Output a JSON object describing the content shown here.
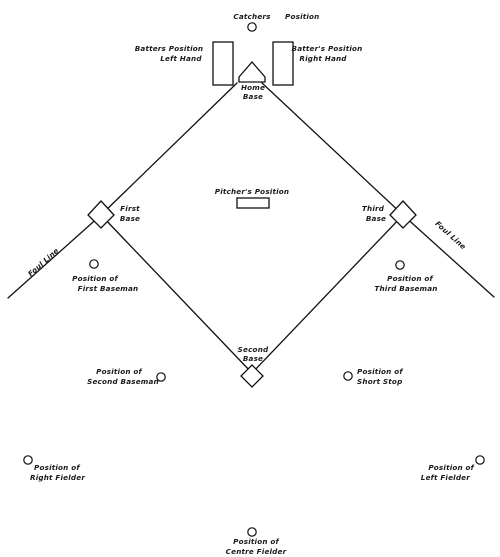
{
  "diagram": {
    "catcher": [
      "Catchers",
      "Position"
    ],
    "batter_left": [
      "Batters Position",
      "Left Hand"
    ],
    "batter_right": [
      "Batter's Position",
      "Right Hand"
    ],
    "home": [
      "Home",
      "Base"
    ],
    "pitcher": "Pitcher's Position",
    "first_base": [
      "First",
      "Base"
    ],
    "third_base": [
      "Third",
      "Base"
    ],
    "second_base": [
      "Second",
      "Base"
    ],
    "foul_line": "Foul Line",
    "first_baseman": [
      "Position of",
      "First Baseman"
    ],
    "third_baseman": [
      "Position of",
      "Third Baseman"
    ],
    "second_baseman": [
      "Position of",
      "Second Baseman"
    ],
    "short_stop": [
      "Position of",
      "Short Stop"
    ],
    "right_fielder": [
      "Position of",
      "Right Fielder"
    ],
    "left_fielder": [
      "Position of",
      "Left Fielder"
    ],
    "centre_fielder": [
      "Position of",
      "Centre Fielder"
    ]
  }
}
